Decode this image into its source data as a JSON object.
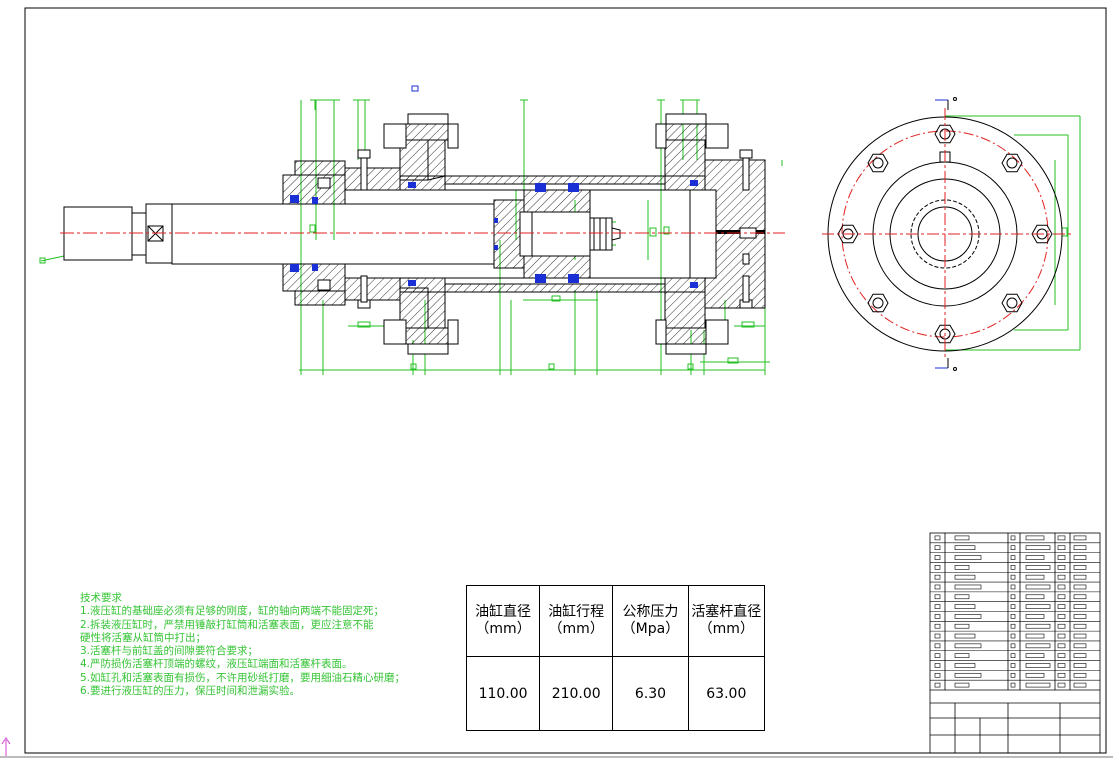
{
  "notes": {
    "title": "技术要求",
    "lines": [
      "1.液压缸的基础座必须有足够的刚度，缸的轴向两端不能固定死；",
      "2.拆装液压缸时，严禁用锤敲打缸筒和活塞表面，更应注意不能",
      "硬性将活塞从缸筒中打出；",
      "3.活塞杆与前缸盖的间隙要符合要求；",
      "4.严防损伤活塞杆顶端的螺纹，液压缸端面和活塞杆表面。",
      "5.如缸孔和活塞表面有损伤，不许用砂纸打磨，要用细油石精心研磨；",
      "6.要进行液压缸的压力，保压时间和泄漏实验。"
    ]
  },
  "params_table": {
    "headers": [
      "油缸直径（mm）",
      "油缸行程（mm）",
      "公称压力（Mpa）",
      "活塞杆直径（mm）"
    ],
    "values": [
      "110.00",
      "210.00",
      "6.30",
      "63.00"
    ]
  },
  "colors": {
    "line": "#000000",
    "dimension": "#22c022",
    "centerline": "#e02020",
    "seal": "#1a2fd6",
    "hatch": "#000000"
  }
}
